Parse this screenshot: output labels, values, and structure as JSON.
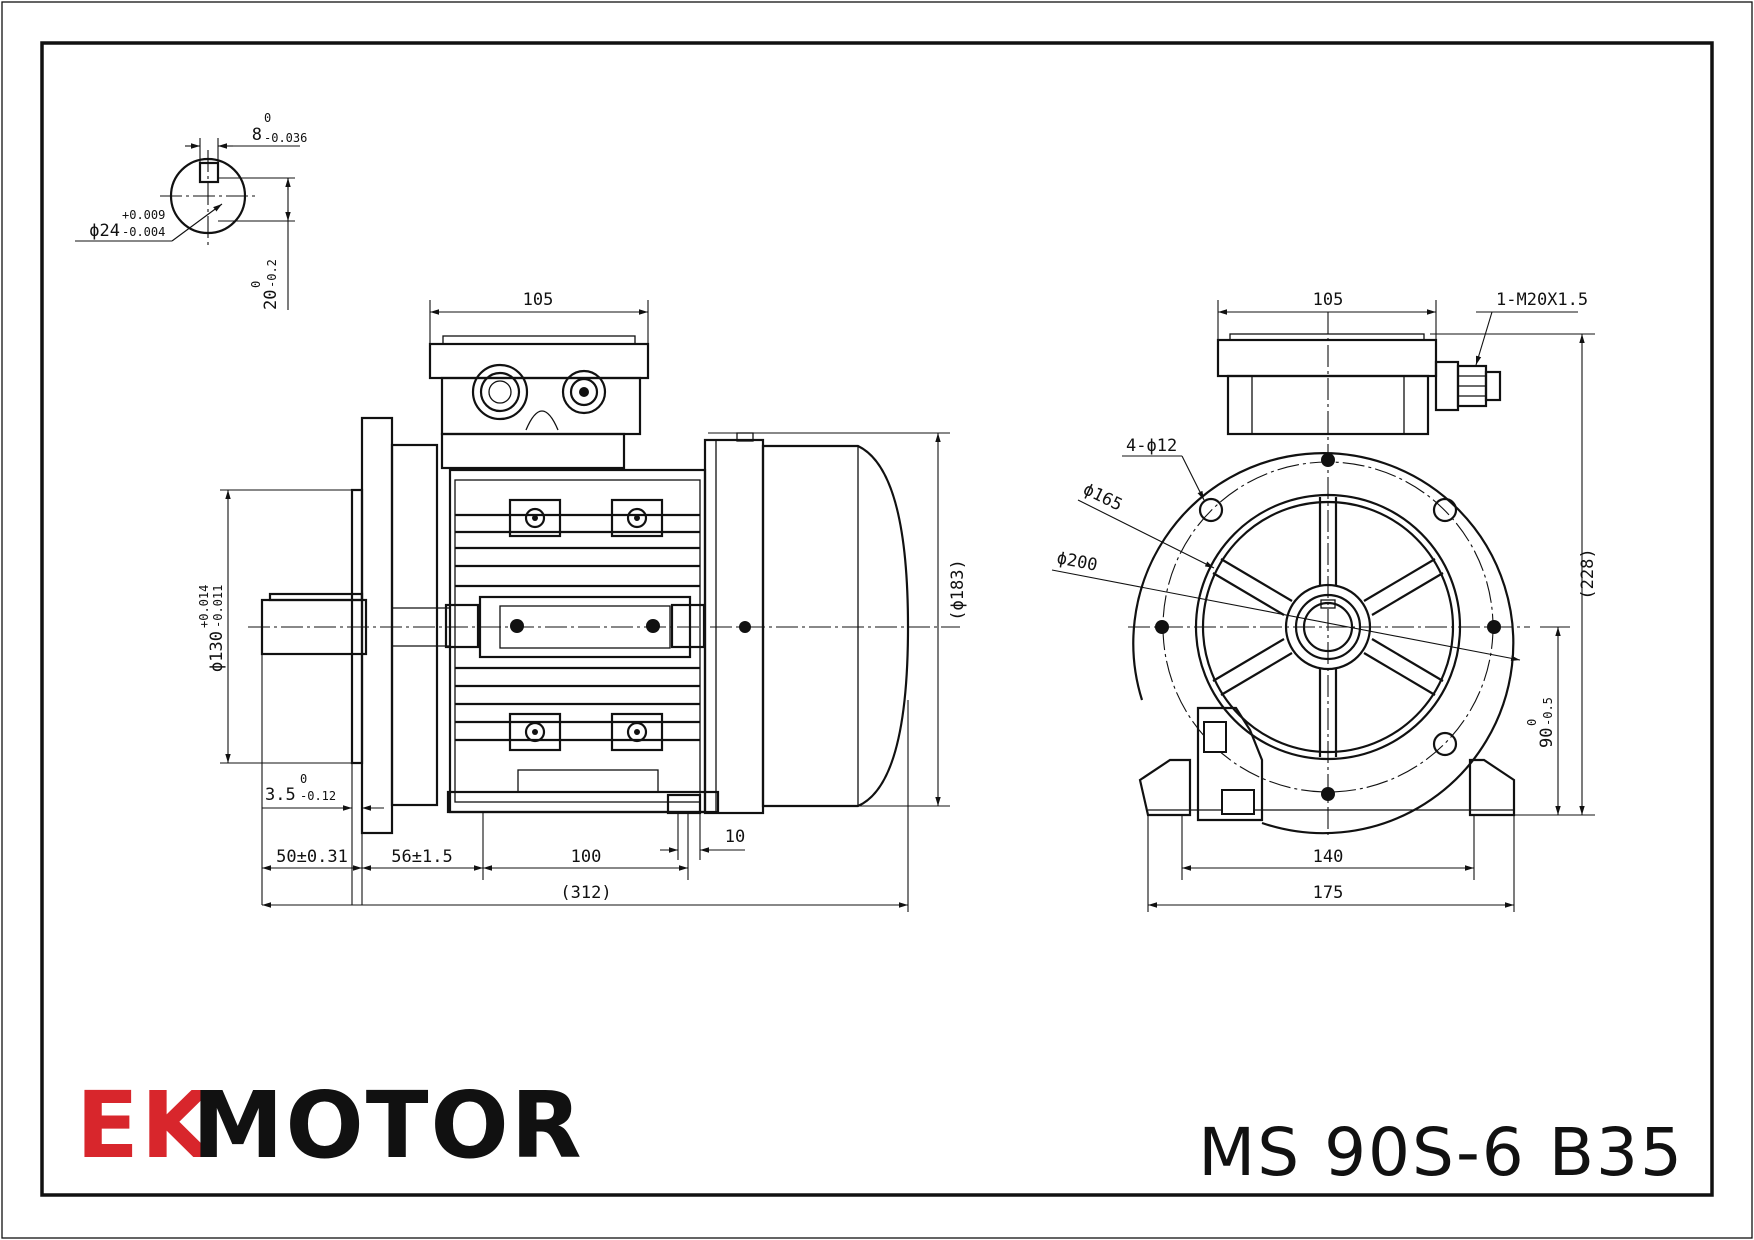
{
  "brand": {
    "mark": "EK",
    "name": "MOTOR",
    "mark_color": "#d8262c",
    "text_color": "#111111"
  },
  "model": "MS 90S-6 B35",
  "key_section": {
    "key_width_nom": "8",
    "key_width_upper": "0",
    "key_width_lower": "-0.036",
    "shaft_dia_prefix": "ϕ24",
    "shaft_dia_upper": "+0.009",
    "shaft_dia_lower": "-0.004",
    "key_depth_nom": "20",
    "key_depth_upper": "0",
    "key_depth_lower": "-0.2"
  },
  "side_view": {
    "terminal_box_width": "105",
    "spigot_dia_prefix": "ϕ130",
    "spigot_dia_upper": "+0.014",
    "spigot_dia_lower": "-0.011",
    "spigot_depth_nom": "3.5",
    "spigot_depth_upper": "0",
    "spigot_depth_lower": "-0.12",
    "shaft_length": "50±0.31",
    "flange_to_foot": "56±1.5",
    "foot_spacing": "100",
    "foot_width": "10",
    "overall_length": "(312)",
    "body_dia": "(ϕ183)"
  },
  "end_view": {
    "terminal_box_width": "105",
    "cable_gland": "1-M20X1.5",
    "flange_holes": "4-ϕ12",
    "pcd_165": "ϕ165",
    "flange_dia_200": "ϕ200",
    "overall_height": "(228)",
    "shaft_height_nom": "90",
    "shaft_height_upper": "0",
    "shaft_height_lower": "-0.5",
    "foot_hole_spacing": "140",
    "foot_width": "175"
  }
}
